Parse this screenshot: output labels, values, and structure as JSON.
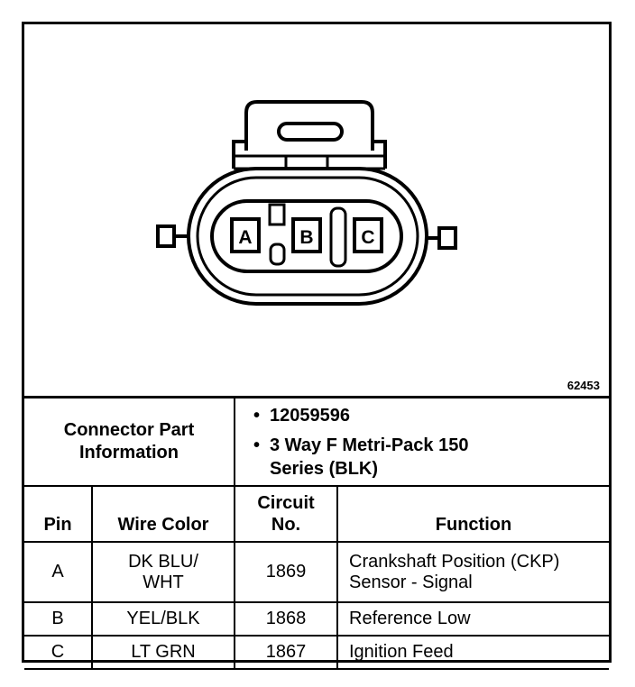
{
  "figure": {
    "id": "62453",
    "pins": [
      "A",
      "B",
      "C"
    ]
  },
  "connector_part_info": {
    "label": "Connector Part Information",
    "items": [
      "12059596",
      "3 Way F Metri-Pack 150 Series (BLK)"
    ]
  },
  "table": {
    "headers": {
      "pin": "Pin",
      "wire_color": "Wire Color",
      "circuit": "Circuit No.",
      "function": "Function"
    },
    "rows": [
      {
        "pin": "A",
        "wire_color": "DK BLU/ WHT",
        "circuit": "1869",
        "function": "Crankshaft Position (CKP) Sensor - Signal"
      },
      {
        "pin": "B",
        "wire_color": "YEL/BLK",
        "circuit": "1868",
        "function": "Reference Low"
      },
      {
        "pin": "C",
        "wire_color": "LT GRN",
        "circuit": "1867",
        "function": "Ignition Feed"
      }
    ]
  }
}
